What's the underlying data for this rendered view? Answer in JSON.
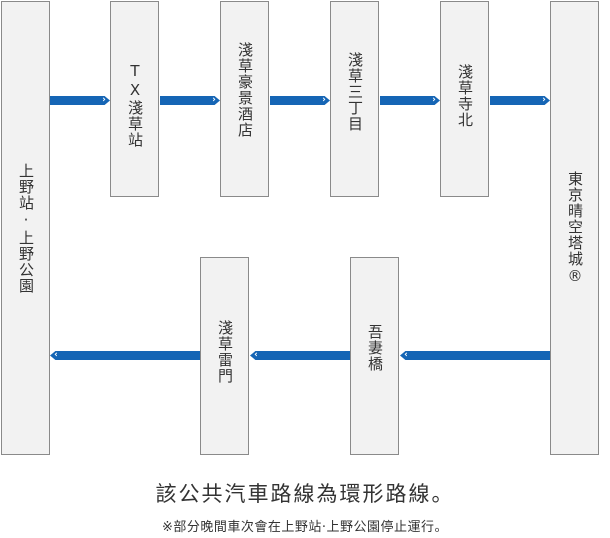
{
  "stops": {
    "ueno": "上野站·上野公園",
    "tx_asakusa": "TX淺草站",
    "asakusa_gorgeous": "淺草豪景酒店",
    "asakusa_3chome": "淺草三丁目",
    "asakusa_temple_north": "淺草寺北",
    "skytree": "東京晴空塔城®",
    "azumabashi": "吾妻橋",
    "kaminarimon": "淺草雷門"
  },
  "captions": {
    "main": "該公共汽車路線為環形路線。",
    "note": "※部分晚間車次會在上野站·上野公園停止運行。"
  },
  "colors": {
    "line": "#1565b5",
    "box_fill": "#f2f2f2",
    "box_border": "#8a8a8a"
  }
}
